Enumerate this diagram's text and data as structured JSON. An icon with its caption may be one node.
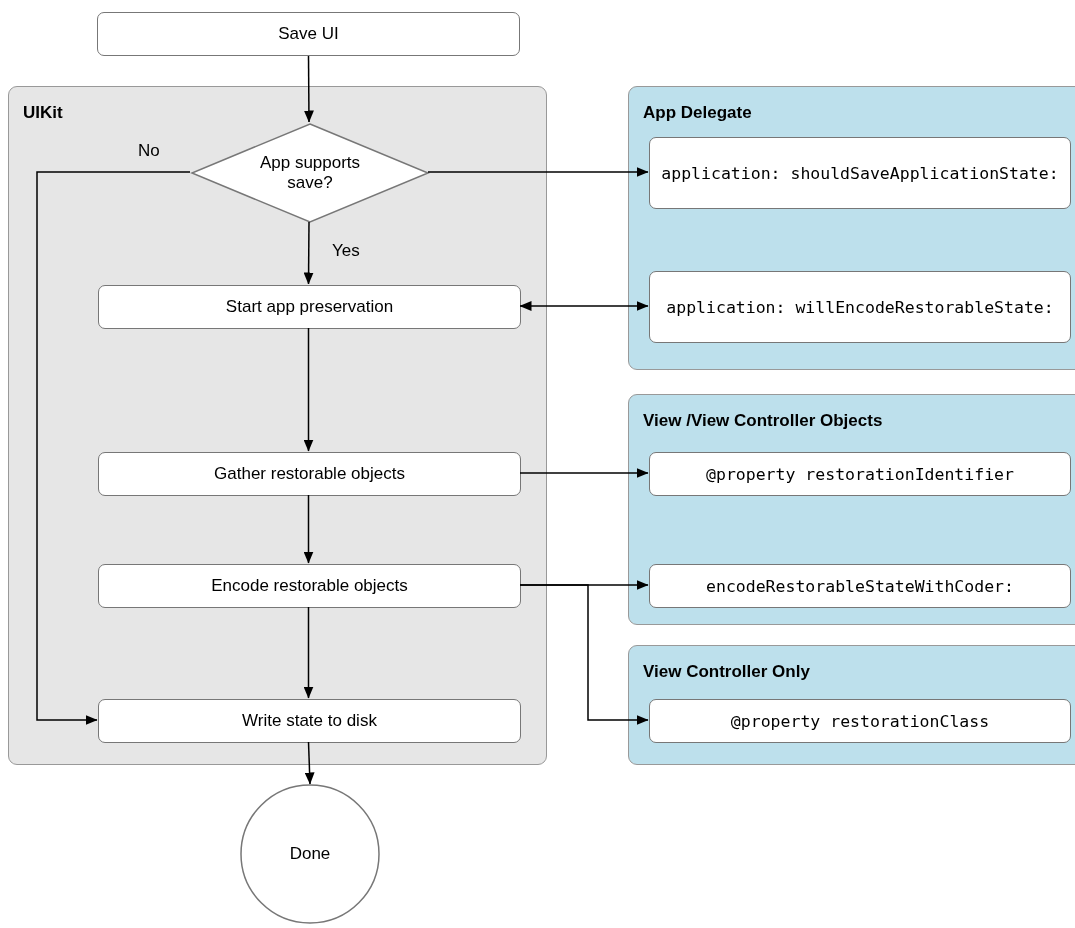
{
  "diagram": {
    "nodes": [
      {
        "text": [
          "Save UI"
        ]
      },
      {
        "text": [
          "UIKit"
        ]
      },
      {
        "text": [
          "App supports save?"
        ],
        "in": 1
      },
      {
        "text": [
          "Start app preservation"
        ],
        "in": 1
      },
      {
        "text": [
          "Gather restorable objects"
        ],
        "in": 1
      },
      {
        "text": [
          "Encode restorable objects"
        ],
        "in": 1
      },
      {
        "text": [
          "Write state to disk"
        ],
        "in": 1
      },
      {
        "text": [
          "Done"
        ]
      },
      {
        "text": [
          "App Delegate"
        ]
      },
      {
        "text": [
          "application: shouldSaveApplicationState:"
        ],
        "in": 8
      },
      {
        "text": [
          "application: willEncodeRestorableState:"
        ],
        "in": 8
      },
      {
        "text": [
          "View /View Controller Objects"
        ]
      },
      {
        "text": [
          "@property restorationIdentifier"
        ],
        "in": 11
      },
      {
        "text": [
          "encodeRestorableStateWithCoder:"
        ],
        "in": 11
      },
      {
        "text": [
          "View Controller Only"
        ]
      },
      {
        "text": [
          "@property restorationClass"
        ],
        "in": 14
      }
    ],
    "edges": [
      {
        "from": 0,
        "to": 2,
        "arrow": "to"
      },
      {
        "from": 2,
        "to": 6,
        "arrow": "to",
        "label": "No"
      },
      {
        "from": 2,
        "to": 9,
        "arrow": "to"
      },
      {
        "from": 2,
        "to": 3,
        "arrow": "to",
        "label": "Yes"
      },
      {
        "from": 3,
        "to": 10,
        "arrow": "both"
      },
      {
        "from": 3,
        "to": 4,
        "arrow": "to"
      },
      {
        "from": 4,
        "to": 12,
        "arrow": "to"
      },
      {
        "from": 4,
        "to": 5,
        "arrow": "to"
      },
      {
        "from": 5,
        "to": 13,
        "arrow": "to"
      },
      {
        "from": 5,
        "to": 15,
        "arrow": "to"
      },
      {
        "from": 5,
        "to": 6,
        "arrow": "to"
      },
      {
        "from": 6,
        "to": 7,
        "arrow": "to"
      }
    ]
  }
}
